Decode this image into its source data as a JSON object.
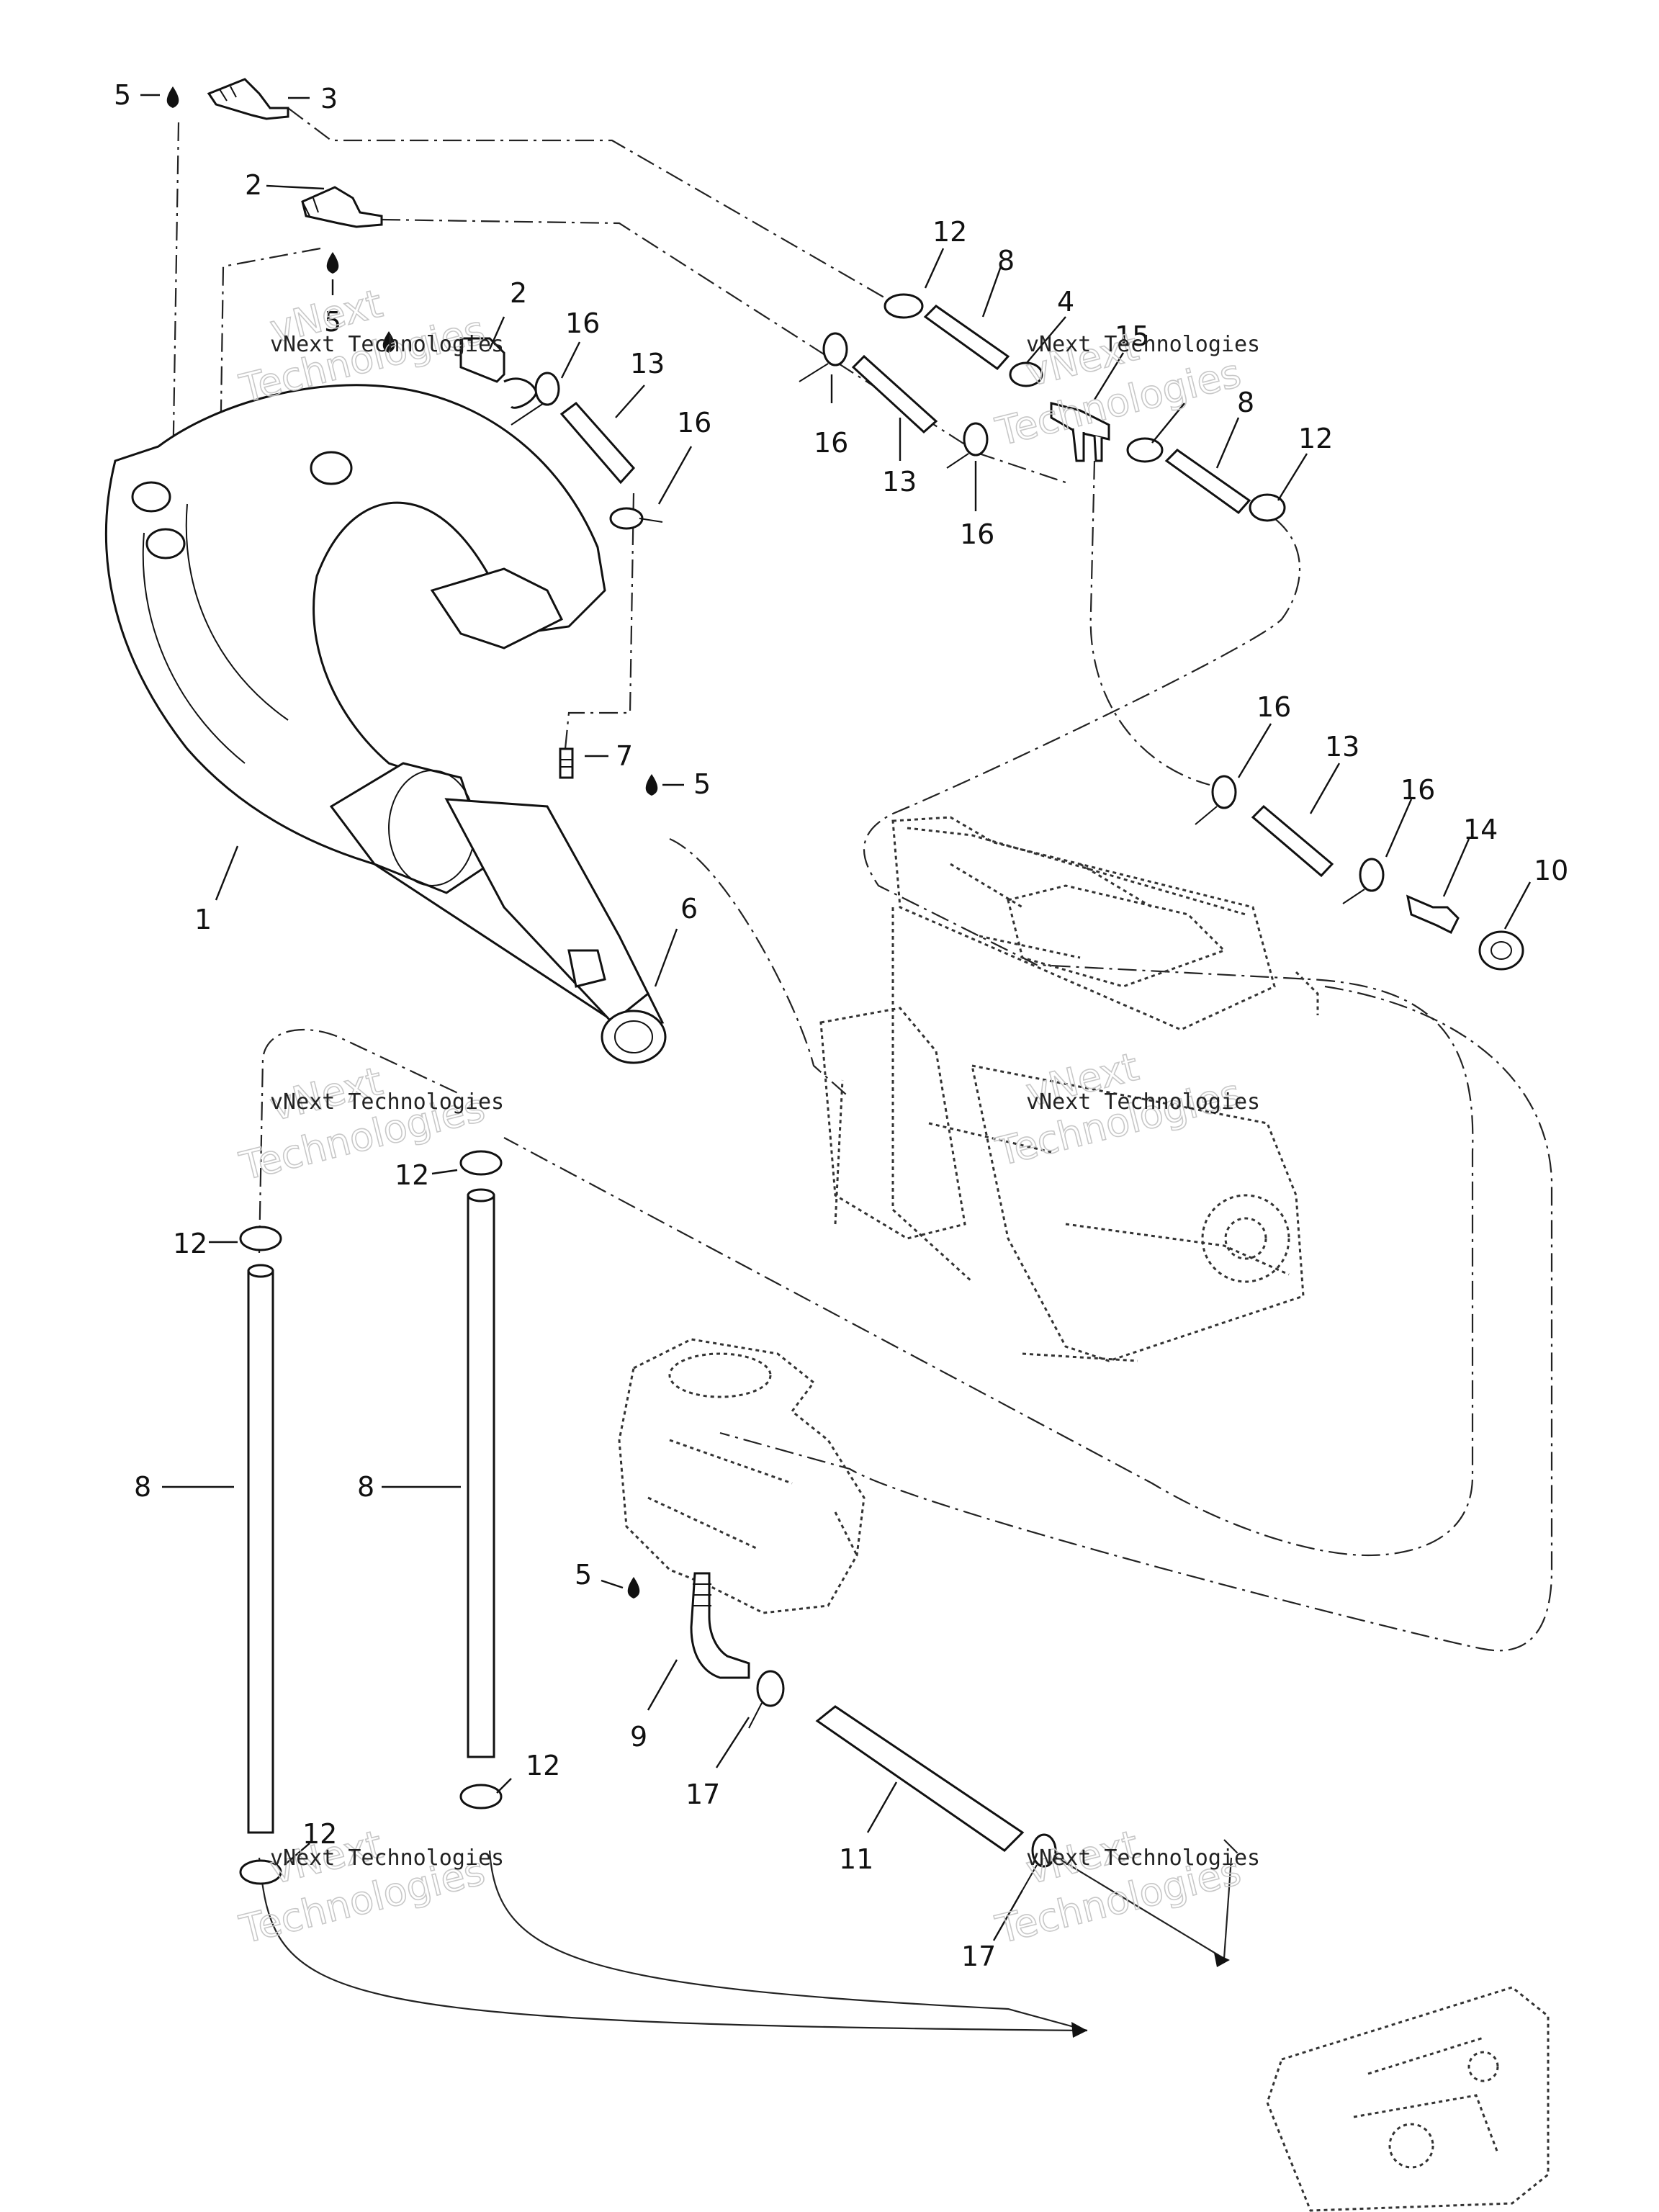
{
  "watermark": {
    "company": "vNext Technologies",
    "outline_word_1": "vNext",
    "outline_word_2": "Technologies"
  },
  "callouts": {
    "c1": "1",
    "c2a": "2",
    "c2b": "2",
    "c3": "3",
    "c4": "4",
    "c5a": "5",
    "c5b": "5",
    "c5c": "5",
    "c5d": "5",
    "c6": "6",
    "c7": "7",
    "c8a": "8",
    "c8b": "8",
    "c8c": "8",
    "c8d": "8",
    "c9": "9",
    "c10": "10",
    "c11": "11",
    "c12a": "12",
    "c12b": "12",
    "c12c": "12",
    "c12d": "12",
    "c12e": "12",
    "c12f": "12",
    "c13a": "13",
    "c13b": "13",
    "c13c": "13",
    "c14": "14",
    "c15": "15",
    "c16a": "16",
    "c16b": "16",
    "c16c": "16",
    "c16d": "16",
    "c16e": "16",
    "c16f": "16",
    "c17a": "17",
    "c17b": "17"
  }
}
